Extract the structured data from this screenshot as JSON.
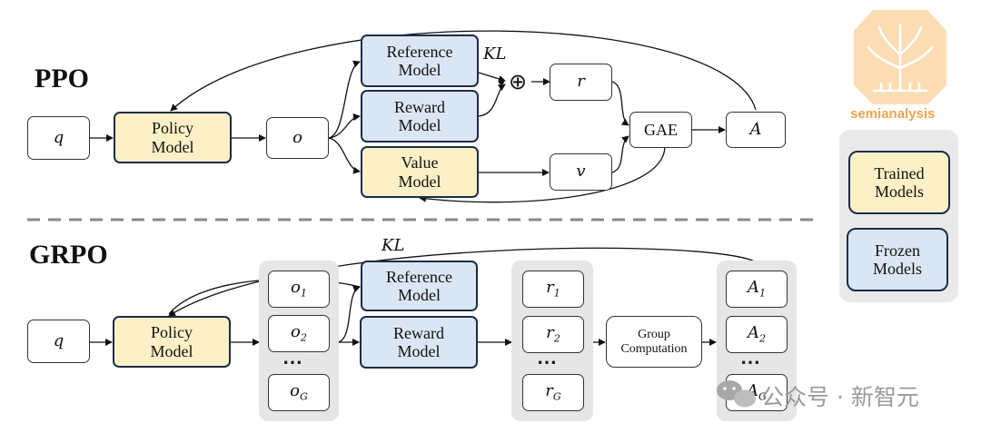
{
  "ppo": {
    "title": "PPO",
    "q": "q",
    "policy": "Policy\nModel",
    "o": "o",
    "reference": "Reference\nModel",
    "reward": "Reward\nModel",
    "value": "Value\nModel",
    "kl": "KL",
    "plus": "⊕",
    "r": "r",
    "v": "v",
    "gae": "GAE",
    "a": "A"
  },
  "grpo": {
    "title": "GRPO",
    "q": "q",
    "policy": "Policy\nModel",
    "kl": "KL",
    "reference": "Reference\nModel",
    "reward": "Reward\nModel",
    "o_items": [
      {
        "base": "o",
        "sub": "1"
      },
      {
        "base": "o",
        "sub": "2"
      },
      {
        "base": "o",
        "sub": "G"
      }
    ],
    "r_items": [
      {
        "base": "r",
        "sub": "1"
      },
      {
        "base": "r",
        "sub": "2"
      },
      {
        "base": "r",
        "sub": "G"
      }
    ],
    "a_items": [
      {
        "base": "A",
        "sub": "1"
      },
      {
        "base": "A",
        "sub": "2"
      },
      {
        "base": "A",
        "sub": "G"
      }
    ],
    "ellipsis": "⋯",
    "group_computation": "Group\nComputation"
  },
  "legend": {
    "trained": "Trained\nModels",
    "frozen": "Frozen\nModels"
  },
  "logo": {
    "text": "semianalysis",
    "color": "#f2a44b"
  },
  "watermark": {
    "text": "公众号 · 新智元"
  },
  "colors": {
    "trained_fill": "#fdf0c7",
    "frozen_fill": "#dbe6f4",
    "border_dark": "#1c2c48",
    "group_bg": "#e6e6e6",
    "dash": "#888888"
  }
}
